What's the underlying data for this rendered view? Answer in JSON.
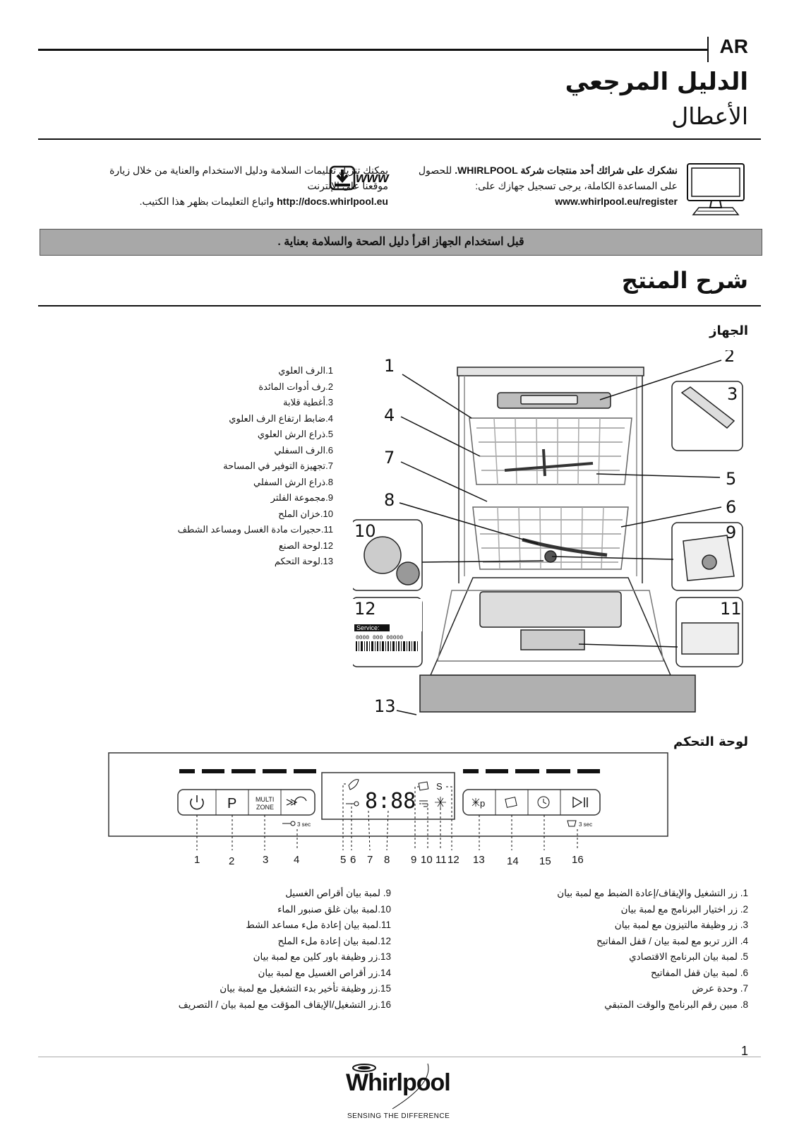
{
  "header": {
    "lang": "AR",
    "title": "الدليل المرجعي",
    "subtitle": "الأعطال"
  },
  "register": {
    "line1_bold": "نشكرك على شرائك أحد منتجات شركة WHIRLPOOL.",
    "line1_rest": " للحصول",
    "line2": "على المساعدة الكاملة، يرجى تسجيل جهازك على:",
    "url": "www.whirlpool.eu/register"
  },
  "download": {
    "line1": "يمكنك تنزيل تعليمات السلامة ودليل الاستخدام والعناية من خلال زيارة",
    "line2": "موقعنا على الإنترنت",
    "url": "http://docs.whirlpool.eu",
    "line3_rest": " واتباع التعليمات بظهر هذا الكتيب.",
    "icon_label": "www"
  },
  "banner": "قبل استخدام الجهاز اقرأ دليل الصحة والسلامة بعناية .",
  "section_title": "شرح المنتج",
  "appliance": {
    "title": "الجهاز",
    "items": [
      "1.الرف العلوي",
      "2.رف أدوات المائدة",
      "3.أغطية قلابة",
      "4.ضابط ارتفاع الرف العلوي",
      "5.ذراع الرش العلوي",
      "6.الرف السفلي",
      "7.تجهيزة التوفير في المساحة",
      "8.ذراع الرش السفلي",
      "9.مجموعة الفلتر",
      "10.خزان الملح",
      "11.حجيرات مادة الغسل ومساعد الشطف",
      "12.لوحة الصنع",
      "13.لوحة التحكم"
    ],
    "callouts": [
      "1",
      "2",
      "3",
      "4",
      "5",
      "6",
      "7",
      "8",
      "9",
      "10",
      "11",
      "12",
      "13"
    ],
    "plate": {
      "service_label": "Service:",
      "service_number": "0000 000 00000"
    }
  },
  "control_panel": {
    "title": "لوحة التحكم",
    "buttons": {
      "multizone_line1": "MULTI",
      "multizone_line2": "ZONE",
      "p_label": "P",
      "hold_left": "3 sec",
      "hold_right": "3 sec",
      "display_digits": "8:88",
      "salt_label": "S"
    },
    "numbers": [
      "1",
      "2",
      "3",
      "4",
      "5",
      "6",
      "7",
      "8",
      "9",
      "10",
      "11",
      "12",
      "13",
      "14",
      "15",
      "16"
    ],
    "legend_right": [
      "1.  زر التشغيل والإيقاف/إعادة الضبط مع لمبة بيان",
      "2.  زر اختيار البرنامج مع لمبة بيان",
      "3.  زر وظيفة مالتيزون مع لمبة بيان",
      "4.  الزر تربو مع لمبة بيان / قفل المفاتيح",
      "5.  لمبة بيان البرنامج الاقتصادي",
      "6.  لمبة بيان قفل المفاتيح",
      "7.  وحدة عرض",
      "8.  مبين رقم البرنامج والوقت المتبقي"
    ],
    "legend_left": [
      "9.  لمبة بيان أقراص الغسيل",
      "10.لمبة بيان غلق صنبور الماء",
      "11.لمبة بيان إعادة ملء مساعد الشط",
      "12.لمبة بيان إعادة ملء الملح",
      "13.زر وظيفة باور كلين مع لمبة بيان",
      "14.زر أقراص الغسيل مع لمبة بيان",
      "15.زر وظيفة تأخير بدء التشغيل مع لمبة بيان",
      "16.زر التشغيل/الإيقاف المؤقت مع لمبة بيان / التصريف"
    ]
  },
  "footer": {
    "page": "1",
    "brand": "Whirlpool",
    "tagline": "SENSING THE DIFFERENCE"
  }
}
